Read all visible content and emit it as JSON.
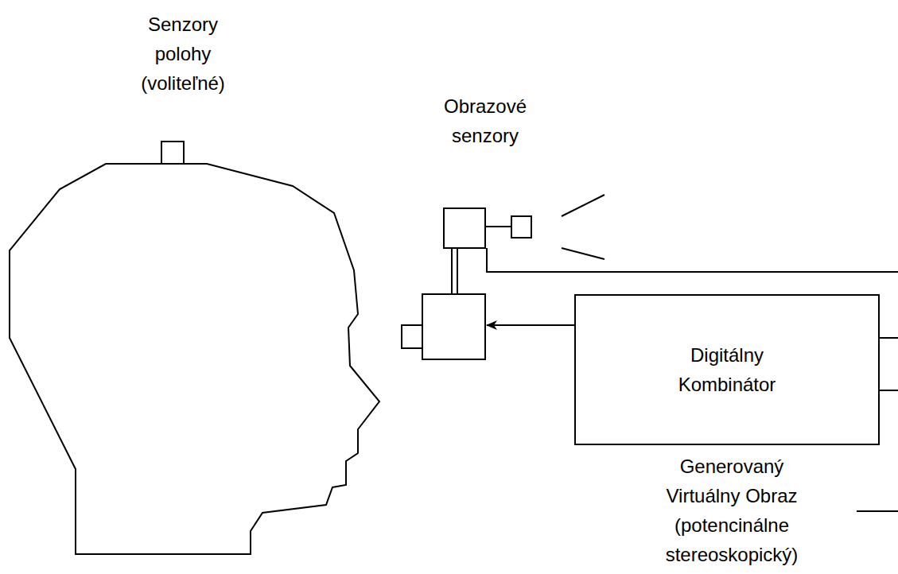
{
  "diagram": {
    "nodes": [
      {
        "text": [
          "Digitálny Kombinátor"
        ]
      }
    ],
    "labels": [
      "Senzory polohy (voliteľné)",
      "Obrazové senzory",
      "Generovaný Virtuálny Obraz (potencinálne stereoskopický)"
    ]
  }
}
